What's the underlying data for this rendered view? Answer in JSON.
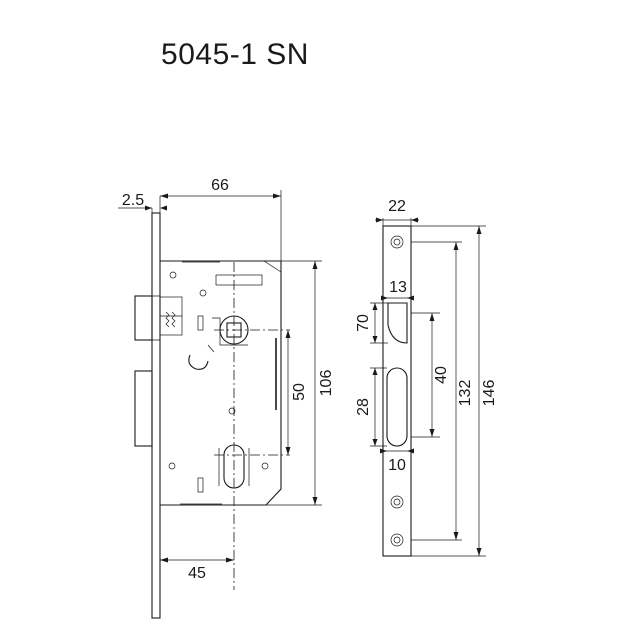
{
  "title": "5045-1 SN",
  "dimensions": {
    "backset_offset": "2.5",
    "case_width": "66",
    "center_to_edge": "45",
    "spindle_to_cylinder": "50",
    "case_height": "106",
    "faceplate_width": "22",
    "latch_depth": "13",
    "latch_height": "70",
    "bolt_height": "28",
    "bolt_width": "10",
    "latch_to_bolt": "40",
    "hole_spacing": "132",
    "faceplate_height": "146"
  }
}
